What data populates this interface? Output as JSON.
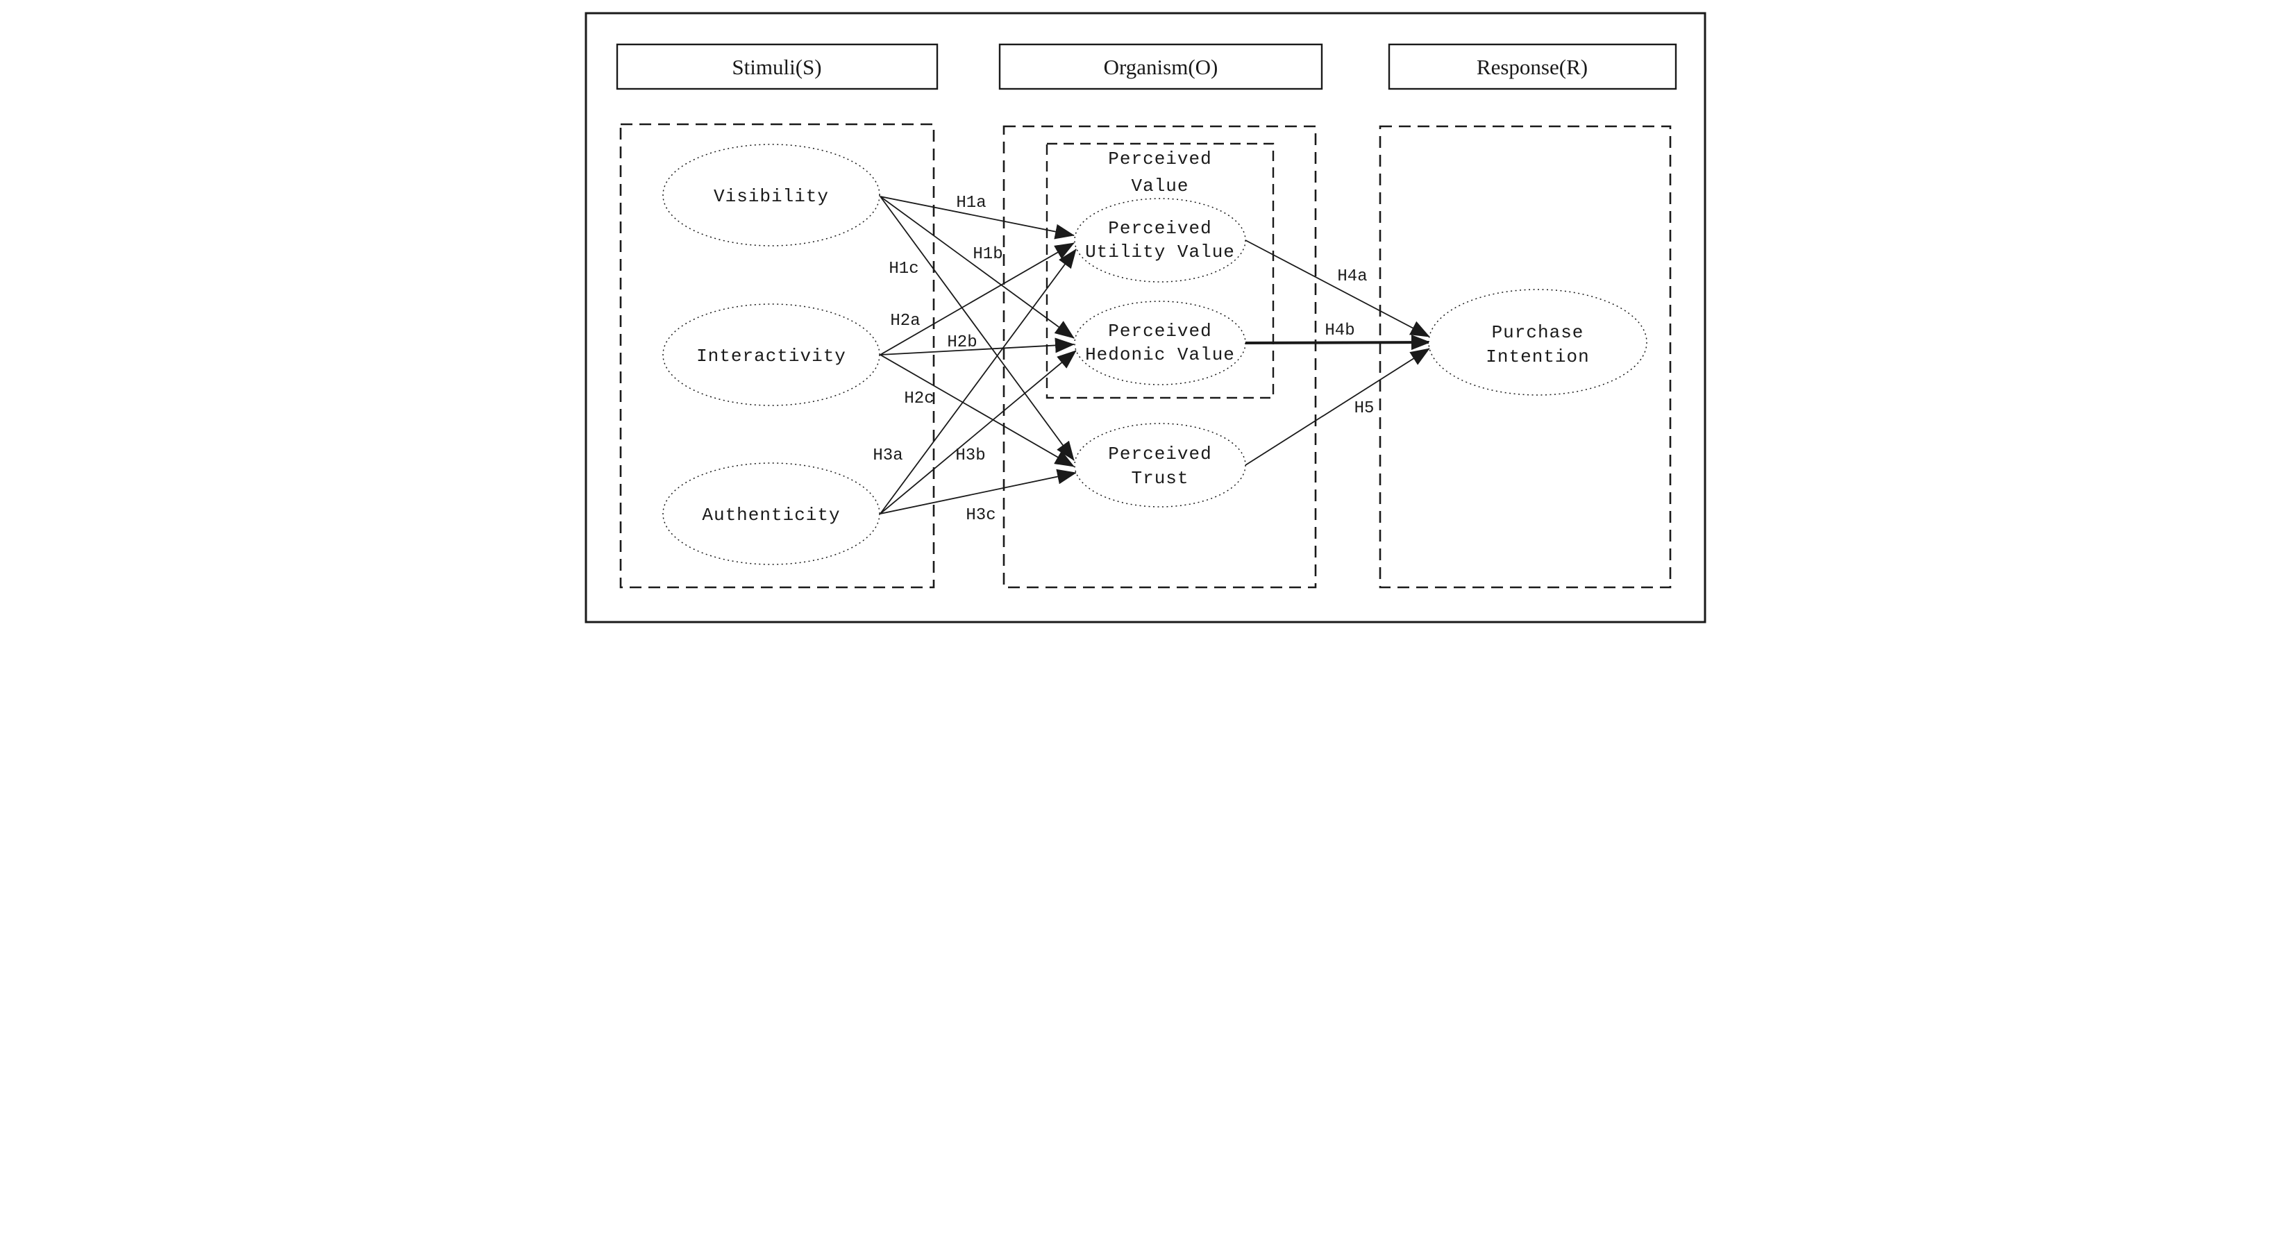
{
  "figure": {
    "headers": [
      {
        "id": "stimuli",
        "label": "Stimuli(S)"
      },
      {
        "id": "organism",
        "label": "Organism(O)"
      },
      {
        "id": "response",
        "label": "Response(R)"
      }
    ],
    "groups": {
      "perceived_value": {
        "title_line1": "Perceived",
        "title_line2": "Value"
      }
    },
    "nodes": {
      "visibility": {
        "label": "Visibility"
      },
      "interactivity": {
        "label": "Interactivity"
      },
      "authenticity": {
        "label": "Authenticity"
      },
      "perceived_utility_value": {
        "line1": "Perceived",
        "line2": "Utility Value"
      },
      "perceived_hedonic_value": {
        "line1": "Perceived",
        "line2": "Hedonic Value"
      },
      "perceived_trust": {
        "line1": "Perceived",
        "line2": "Trust"
      },
      "purchase_intention": {
        "line1": "Purchase",
        "line2": "Intention"
      }
    },
    "edges": [
      {
        "id": "h1a",
        "label": "H1a",
        "from": "visibility",
        "to": "perceived_utility_value"
      },
      {
        "id": "h1b",
        "label": "H1b",
        "from": "visibility",
        "to": "perceived_hedonic_value"
      },
      {
        "id": "h1c",
        "label": "H1c",
        "from": "visibility",
        "to": "perceived_trust"
      },
      {
        "id": "h2a",
        "label": "H2a",
        "from": "interactivity",
        "to": "perceived_utility_value"
      },
      {
        "id": "h2b",
        "label": "H2b",
        "from": "interactivity",
        "to": "perceived_hedonic_value"
      },
      {
        "id": "h2c",
        "label": "H2c",
        "from": "interactivity",
        "to": "perceived_trust"
      },
      {
        "id": "h3a",
        "label": "H3a",
        "from": "authenticity",
        "to": "perceived_utility_value"
      },
      {
        "id": "h3b",
        "label": "H3b",
        "from": "authenticity",
        "to": "perceived_hedonic_value"
      },
      {
        "id": "h3c",
        "label": "H3c",
        "from": "authenticity",
        "to": "perceived_trust"
      },
      {
        "id": "h4a",
        "label": "H4a",
        "from": "perceived_utility_value",
        "to": "purchase_intention"
      },
      {
        "id": "h4b",
        "label": "H4b",
        "from": "perceived_hedonic_value",
        "to": "purchase_intention"
      },
      {
        "id": "h5",
        "label": "H5",
        "from": "perceived_trust",
        "to": "purchase_intention"
      }
    ],
    "colors": {
      "ink": "#1a1a1a",
      "background": "#ffffff"
    }
  }
}
